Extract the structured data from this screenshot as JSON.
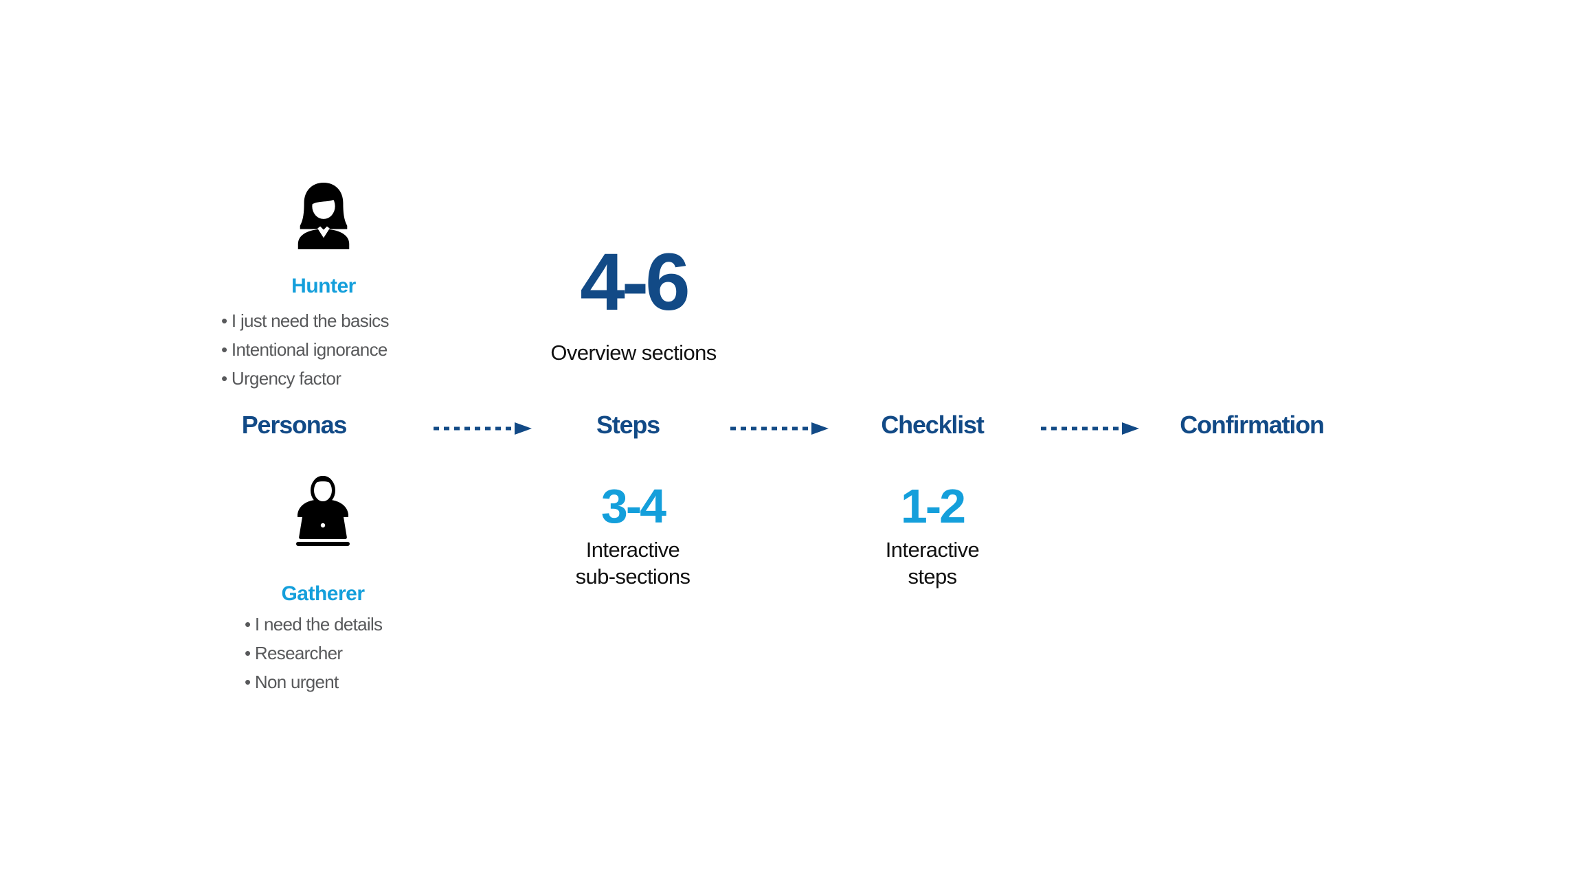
{
  "diagram": {
    "background": "#ffffff",
    "colors": {
      "dark_blue": "#124A86",
      "light_blue": "#149FDB",
      "bullet_gray": "#58595B",
      "text_black": "#111111",
      "icon_black": "#000000"
    },
    "personas": [
      {
        "name": "Hunter",
        "icon": "woman-user-icon",
        "bullets": [
          "• I just need the basics",
          "• Intentional ignorance",
          "• Urgency factor"
        ]
      },
      {
        "name": "Gatherer",
        "icon": "man-laptop-icon",
        "bullets": [
          "• I need the details",
          "• Researcher",
          "• Non urgent"
        ]
      }
    ],
    "flow": {
      "stages": [
        "Personas",
        "Steps",
        "Checklist",
        "Confirmation"
      ],
      "connector_style": "dashed-arrow"
    },
    "metrics": [
      {
        "value": "4-6",
        "lines": [
          "Overview sections",
          ""
        ],
        "color": "#124A86"
      },
      {
        "value": "3-4",
        "lines": [
          "Interactive",
          "sub-sections"
        ],
        "color": "#149FDB"
      },
      {
        "value": "1-2",
        "lines": [
          "Interactive",
          "steps"
        ],
        "color": "#149FDB"
      }
    ]
  }
}
